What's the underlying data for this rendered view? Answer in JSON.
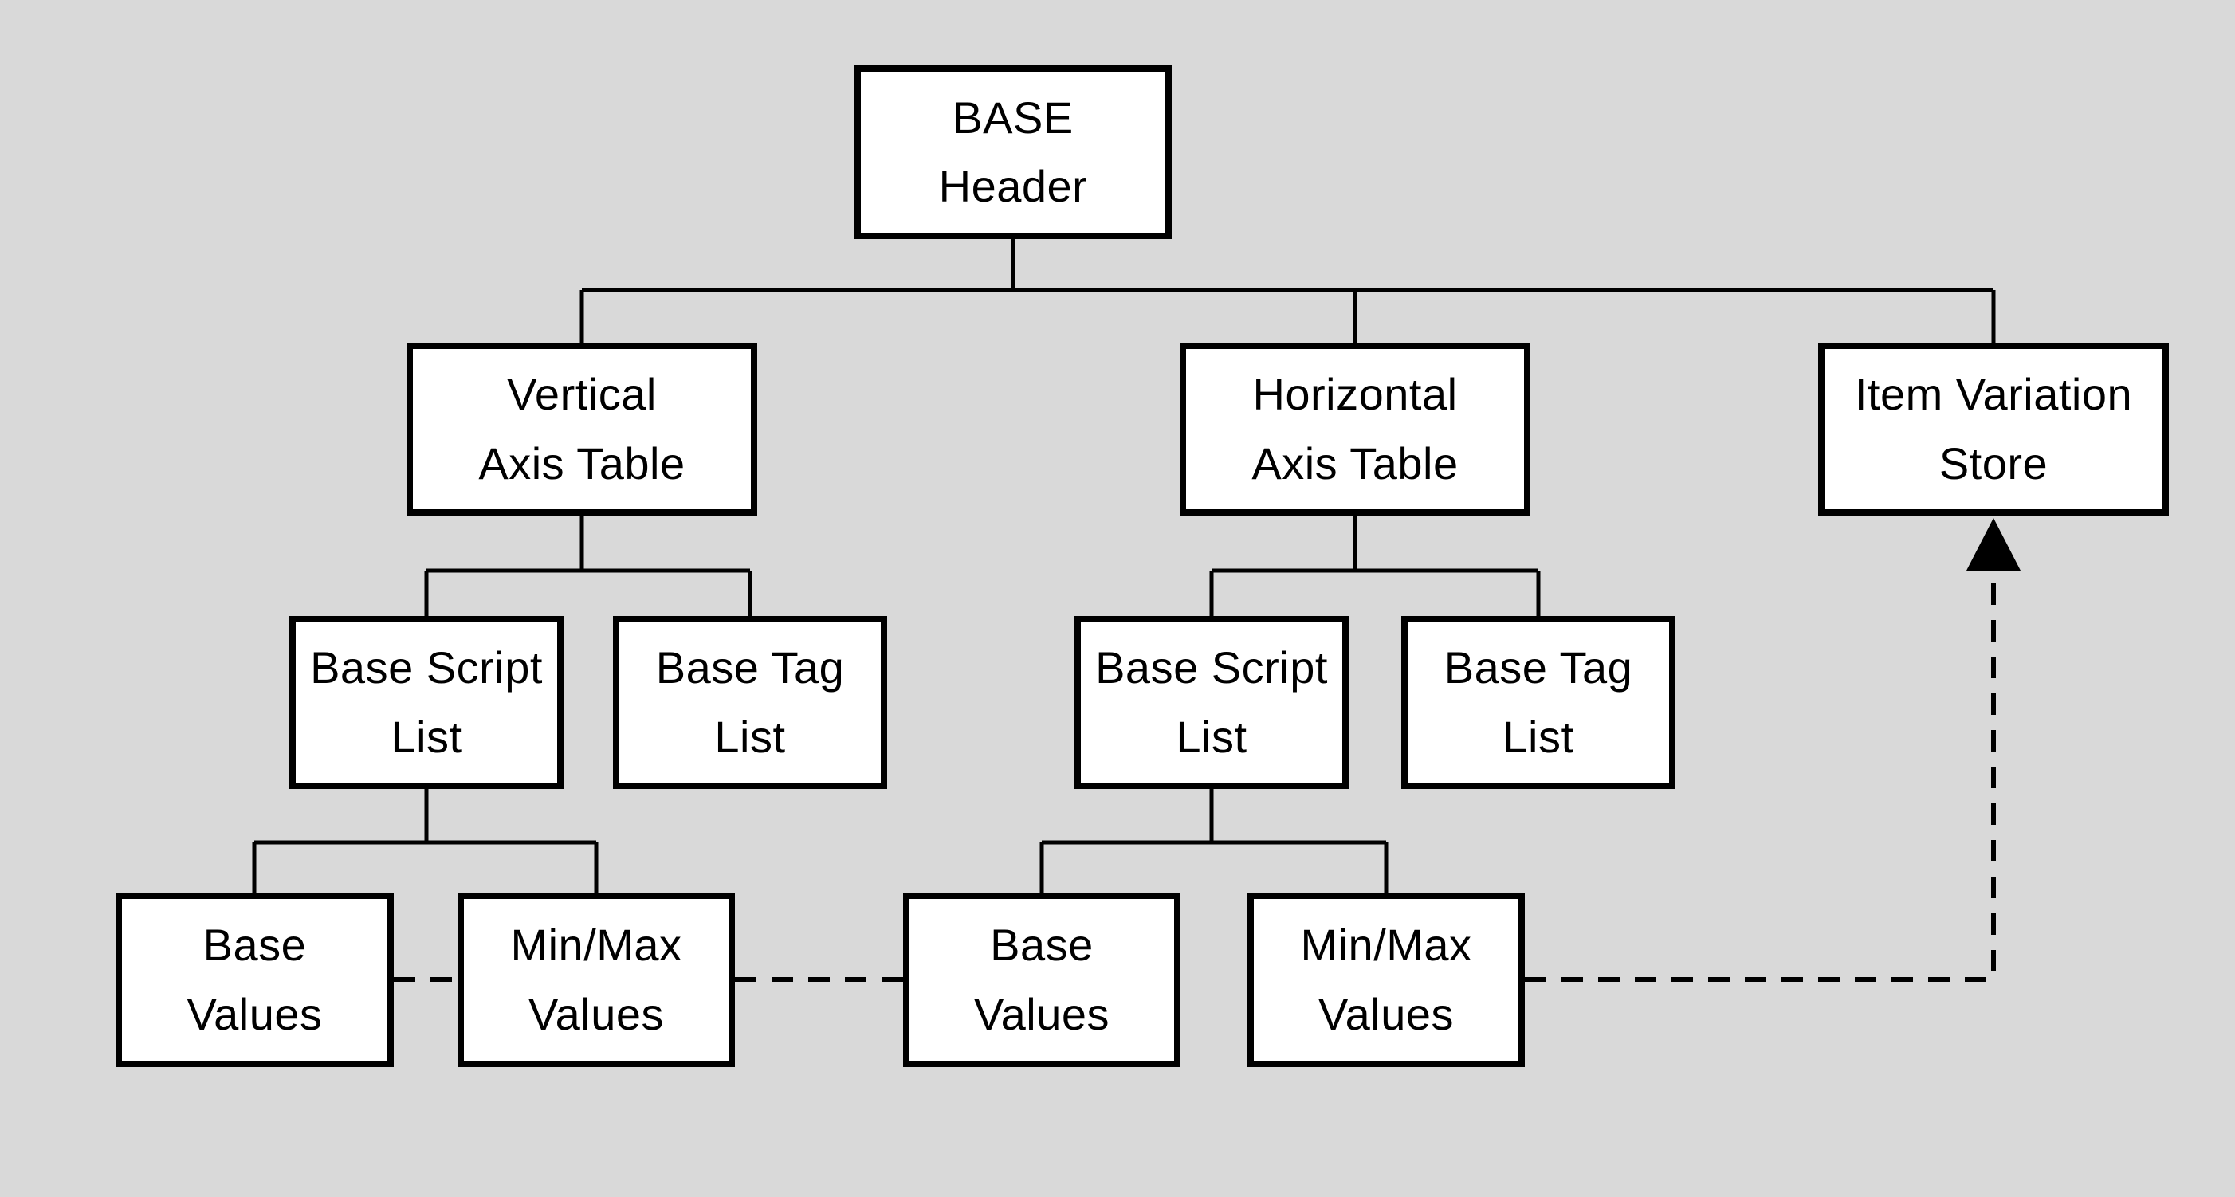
{
  "diagram": {
    "type": "hierarchy-org-chart",
    "background_color": "#d9d9d9",
    "node_fill_color": "#ffffff",
    "node_border_color": "#000000",
    "connector_color": "#000000",
    "nodes": [
      {
        "id": "base-header",
        "label": "BASE\nHeader"
      },
      {
        "id": "vertical-axis-table",
        "label": "Vertical\nAxis Table"
      },
      {
        "id": "horizontal-axis-table",
        "label": "Horizontal\nAxis Table"
      },
      {
        "id": "item-variation-store",
        "label": "Item Variation\nStore"
      },
      {
        "id": "base-script-list-1",
        "label": "Base Script\nList"
      },
      {
        "id": "base-tag-list-1",
        "label": "Base Tag\nList"
      },
      {
        "id": "base-script-list-2",
        "label": "Base Script\nList"
      },
      {
        "id": "base-tag-list-2",
        "label": "Base Tag\nList"
      },
      {
        "id": "base-values-1",
        "label": "Base\nValues"
      },
      {
        "id": "min-max-values-1",
        "label": "Min/Max\nValues"
      },
      {
        "id": "base-values-2",
        "label": "Base\nValues"
      },
      {
        "id": "min-max-values-2",
        "label": "Min/Max\nValues"
      }
    ],
    "edges": [
      {
        "from": "base-header",
        "to": "vertical-axis-table",
        "style": "solid"
      },
      {
        "from": "base-header",
        "to": "horizontal-axis-table",
        "style": "solid"
      },
      {
        "from": "base-header",
        "to": "item-variation-store",
        "style": "solid"
      },
      {
        "from": "vertical-axis-table",
        "to": "base-script-list-1",
        "style": "solid"
      },
      {
        "from": "vertical-axis-table",
        "to": "base-tag-list-1",
        "style": "solid"
      },
      {
        "from": "horizontal-axis-table",
        "to": "base-script-list-2",
        "style": "solid"
      },
      {
        "from": "horizontal-axis-table",
        "to": "base-tag-list-2",
        "style": "solid"
      },
      {
        "from": "base-script-list-1",
        "to": "base-values-1",
        "style": "solid"
      },
      {
        "from": "base-script-list-1",
        "to": "min-max-values-1",
        "style": "solid"
      },
      {
        "from": "base-script-list-2",
        "to": "base-values-2",
        "style": "solid"
      },
      {
        "from": "base-script-list-2",
        "to": "min-max-values-2",
        "style": "solid"
      },
      {
        "from": "base-values-1",
        "to": "min-max-values-1",
        "style": "dashed"
      },
      {
        "from": "min-max-values-1",
        "to": "base-values-2",
        "style": "dashed"
      },
      {
        "from": "min-max-values-2",
        "to": "item-variation-store",
        "style": "dashed-arrow"
      }
    ]
  }
}
